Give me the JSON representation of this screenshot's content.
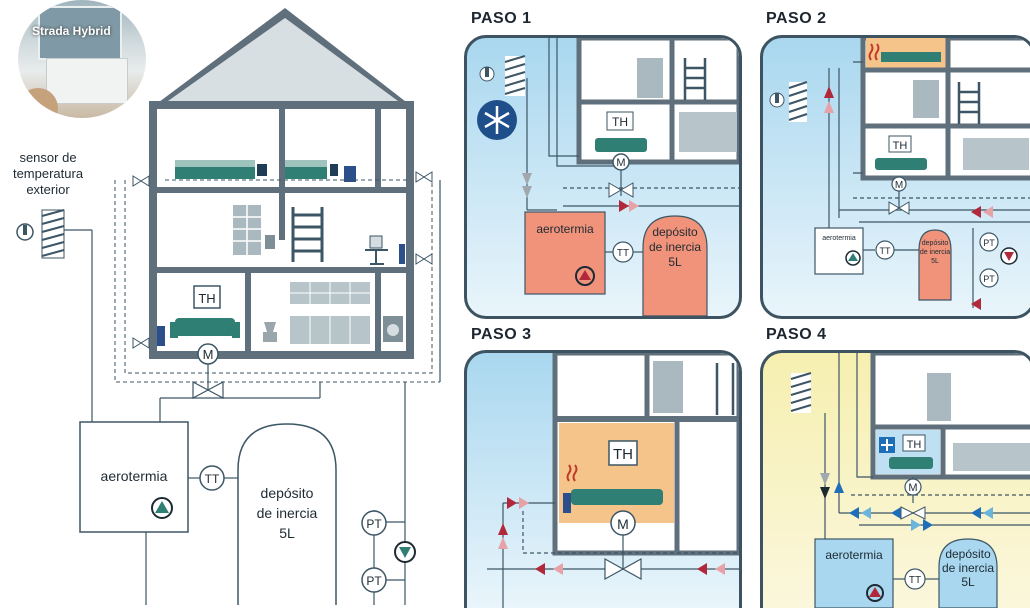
{
  "photo": {
    "caption": "Strada Hybrid"
  },
  "sensor_label": [
    "sensor de",
    "temperatura",
    "exterior"
  ],
  "main": {
    "th": "TH",
    "m": "M",
    "aerotermia": "aerotermia",
    "tt": "TT",
    "deposito": [
      "depósito",
      "de inercia",
      "5L"
    ],
    "pt1": "PT",
    "pt2": "PT"
  },
  "steps": [
    {
      "title": "PASO 1",
      "aerotermia": "aerotermia",
      "tt": "TT",
      "deposito": [
        "depósito",
        "de inercia",
        "5L"
      ],
      "th": "TH",
      "m": "M"
    },
    {
      "title": "PASO 2",
      "aerotermia": "aerotermia",
      "tt": "TT",
      "deposito": [
        "depósito",
        "de inercia",
        "5L"
      ],
      "th": "TH",
      "m": "M",
      "pt1": "PT",
      "pt2": "PT"
    },
    {
      "title": "PASO 3",
      "th": "TH",
      "m": "M"
    },
    {
      "title": "PASO 4",
      "aerotermia": "aerotermia",
      "tt": "TT",
      "deposito": [
        "depósito",
        "de inercia",
        "5L"
      ],
      "th": "TH",
      "m": "M"
    }
  ],
  "colors": {
    "pipe": "#3d5666",
    "house": "#5f6f7b",
    "frame": "#3e5361",
    "aerotermia_fill": "#f0937a",
    "cool_blue": "#1f6fb8",
    "arrow_red": "#b0283a",
    "sky": "#a9d6ee",
    "warm": "#f6efb0"
  }
}
